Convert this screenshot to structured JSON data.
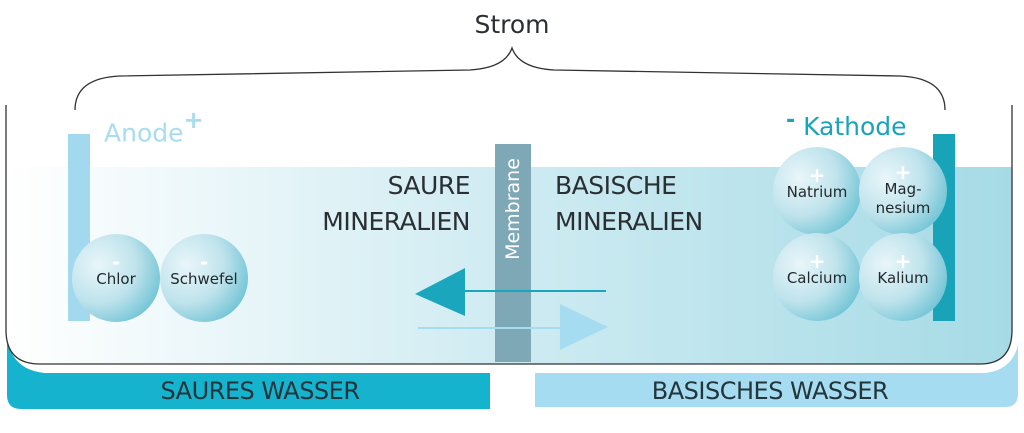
{
  "title": "Strom",
  "anode": {
    "label": "Anode",
    "sign": "+",
    "color": "#a3d9ef"
  },
  "kathode": {
    "label": "Kathode",
    "sign": "-",
    "color": "#19a3b8"
  },
  "membrane": "Membrane",
  "left_zone": {
    "line1": "SAURE",
    "line2": "MINERALIEN"
  },
  "right_zone": {
    "line1": "BASISCHE",
    "line2": "MINERALIEN"
  },
  "acid_ions": [
    {
      "charge": "-",
      "name": "Chlor"
    },
    {
      "charge": "-",
      "name": "Schwefel"
    }
  ],
  "base_ions": [
    {
      "charge": "+",
      "name": "Natrium"
    },
    {
      "charge": "+",
      "name1": "Mag-",
      "name2": "nesium"
    },
    {
      "charge": "+",
      "name": "Calcium"
    },
    {
      "charge": "+",
      "name": "Kalium"
    }
  ],
  "outputs": {
    "acid": "SAURES WASSER",
    "base": "BASISCHES WASSER"
  },
  "colors": {
    "acid_water": "#16b3cf",
    "base_water": "#a6dcf2",
    "membrane": "#7fa8b7"
  }
}
